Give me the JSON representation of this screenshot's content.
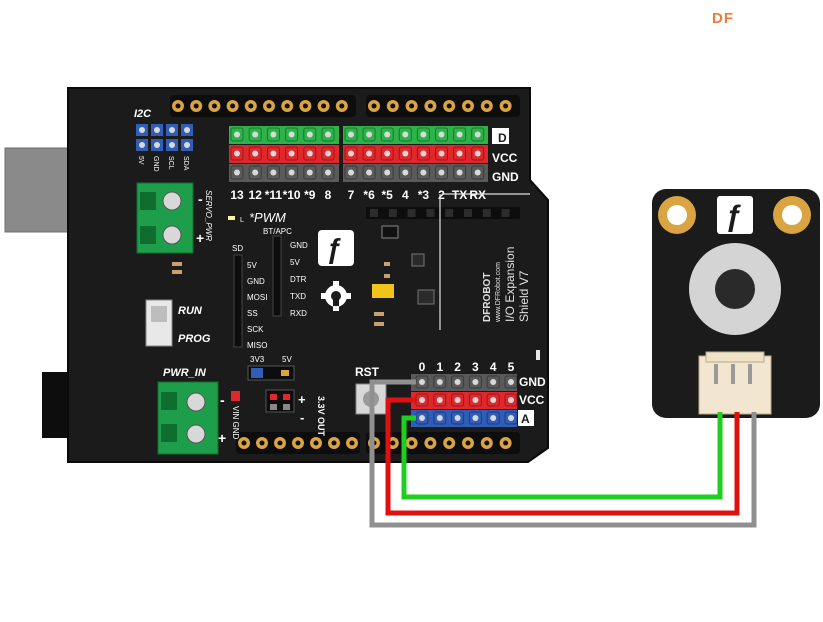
{
  "brand_mark": "DF",
  "board": {
    "i2c_label": "I2C",
    "i2c_pins": [
      "5V",
      "GND",
      "SCL",
      "SDA"
    ],
    "servo_pwr_label": "SERVO_PWR",
    "row_labels": {
      "d": "D",
      "vcc": "VCC",
      "gnd": "GND",
      "a": "A"
    },
    "digital_pin_labels": [
      "13",
      "12",
      "*11",
      "*10",
      "*9",
      "8",
      "7",
      "*6",
      "*5",
      "4",
      "*3",
      "2",
      "TX",
      "RX"
    ],
    "pwm_label": "*PWM",
    "led_label": "L",
    "bt_apc_label": "BT/APC",
    "sd_label": "SD",
    "sd_pins": [
      "5V",
      "GND",
      "MOSI",
      "SS",
      "SCK",
      "MISO"
    ],
    "bt_pins": [
      "GND",
      "5V",
      "DTR",
      "TXD",
      "RXD"
    ],
    "run_label": "RUN",
    "prog_label": "PROG",
    "pwr_in_label": "PWR_IN",
    "volt_options": [
      "3V3",
      "5V"
    ],
    "vin_gnd_label": "VIN GND",
    "out_label": "3.3V OUT",
    "rst_label": "RST",
    "analog_pin_labels": [
      "0",
      "1",
      "2",
      "3",
      "4",
      "5"
    ],
    "brand_text": "DFROBOT",
    "url_text": "www.DFRobot.com",
    "shield_title": "I/O Expansion",
    "shield_version": "Shield V7",
    "plus": "+",
    "minus": "-"
  },
  "module": {
    "logo_glyph": "ƒ"
  },
  "colors": {
    "board": "#1b1b1b",
    "d_row": "#2db34a",
    "vcc_row": "#e0282c",
    "gnd_row": "#5a5a5a",
    "a_row": "#2f5db8",
    "terminal": "#1e9d4a",
    "wire_signal": "#1fcf1f",
    "wire_vcc": "#e01010",
    "wire_gnd": "#909090",
    "header_pad": "#d9a441",
    "brand": "#f07a3c"
  }
}
